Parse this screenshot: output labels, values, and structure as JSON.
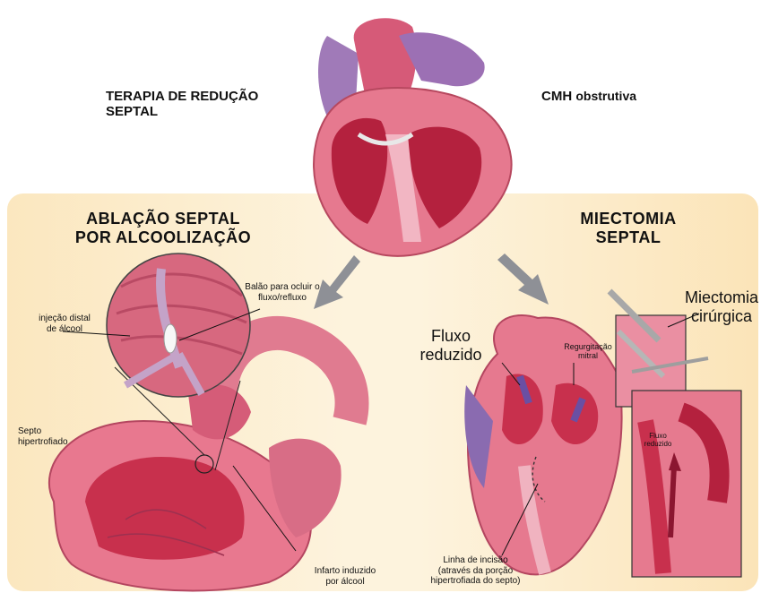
{
  "header": {
    "left_title": "TERAPIA DE REDUÇÃO\nSEPTAL",
    "right_title_bold": "CMH",
    "right_title_rest": "obstrutiva"
  },
  "ablation": {
    "title": "ABLAÇÃO SEPTAL\nPOR ALCOOLIZAÇÃO",
    "balloon": "Balão para ocluir o\nfluxo/refluxo",
    "injection": "injeção distal\nde álcool",
    "septum": "Septo\nhipertrofiado",
    "infarct": "Infarto induzido\npor álcool"
  },
  "myectomy": {
    "title": "MIECTOMIA\nSEPTAL",
    "reduced_flow": "Fluxo\nreduzido",
    "regurgitation": "Regurgitação\nmitral",
    "surgical": "Miectomia\ncirúrgica",
    "inset_flow": "Fluxo\nreduzido",
    "incision": "Linha de incisão\n(através da porção\nhipertrofiada do septo)"
  }
}
